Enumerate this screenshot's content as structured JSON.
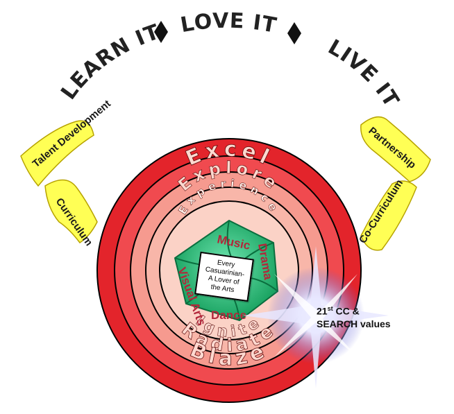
{
  "motto": {
    "learn": "LEARN IT",
    "love": "LOVE IT",
    "live": "LIVE IT"
  },
  "ribbons": {
    "left_top": "Talent Development",
    "left_bottom": "Curriculum",
    "right_top": "Partnership",
    "right_bottom": "Co-Curriculum"
  },
  "rings": {
    "outer": "Excel",
    "second": "Explore",
    "third": "Experience",
    "bottom_inner": "Ignite",
    "bottom_middle": "Radiate",
    "bottom_outer": "Blaze"
  },
  "arts": {
    "top": "Music",
    "right": "Drama",
    "bottom": "Dance",
    "left": "Visual Arts"
  },
  "center": {
    "line1": "Every",
    "line2": "Casuarinian-",
    "line3": "A Lover of",
    "line4": "the Arts"
  },
  "star": {
    "line1_prefix": "21",
    "line1_sup": "st",
    "line1_suffix": " CC &",
    "line2": "SEARCH values"
  },
  "colors": {
    "outer_red": "#e3242b",
    "ring_red": "#f04a4f",
    "ring_pink": "#f69a8f",
    "ring_light": "#fbd2c6",
    "green": "#19b36b",
    "ribbon_yellow": "#ffff55",
    "ribbon_border": "#b7a300"
  }
}
